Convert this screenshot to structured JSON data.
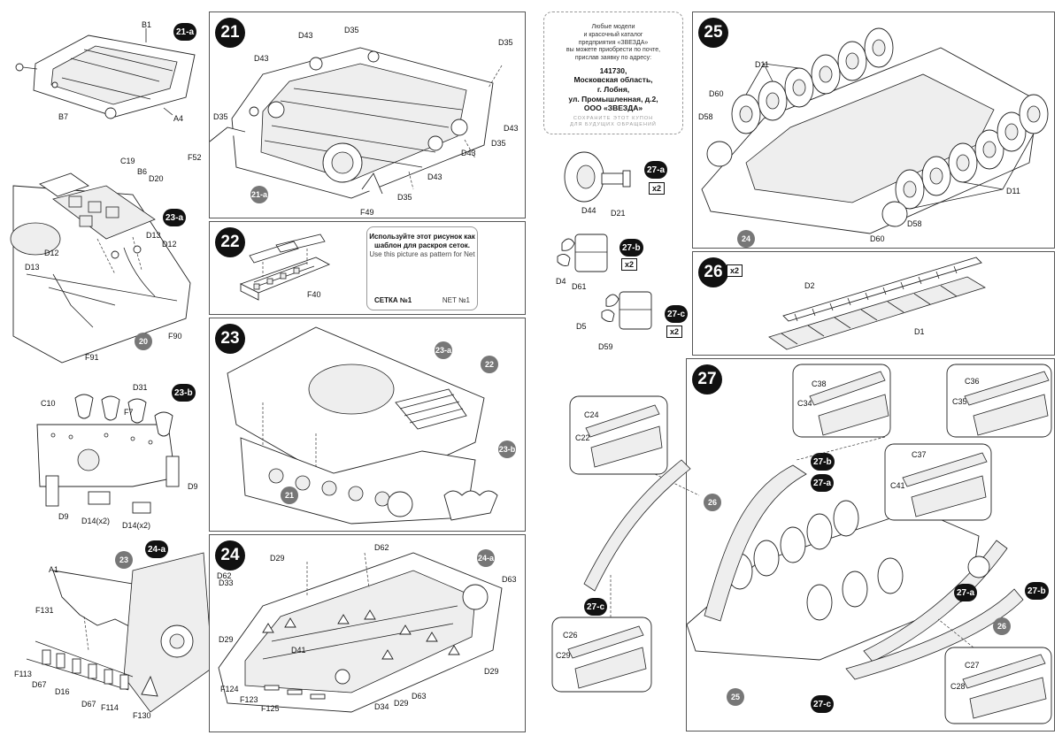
{
  "steps": {
    "s21": "21",
    "s22": "22",
    "s23": "23",
    "s24": "24",
    "s25": "25",
    "s26": "26",
    "s27": "27"
  },
  "substeps": {
    "a21": "21-a",
    "a23": "23-a",
    "b23": "23-b",
    "a24": "24-a",
    "a27": "27-a",
    "b27": "27-b",
    "c27": "27-c"
  },
  "refs": [
    "20",
    "21-a",
    "21",
    "22",
    "23-a",
    "23-b",
    "23",
    "24-a",
    "24",
    "25",
    "26",
    "27-a",
    "27-b",
    "27-c"
  ],
  "multipliers": {
    "x2": "x2"
  },
  "coupon": {
    "line1": "Любые модели",
    "line2": "и красочный каталог",
    "line3": "предприятия «ЗВЕЗДА»",
    "line4": "вы можете приобрести по почте,",
    "line5": "прислав заявку по адресу:",
    "addr1": "141730,",
    "addr2": "Московская область,",
    "addr3": "г. Лобня,",
    "addr4": "ул. Промышленная, д.2,",
    "addr5": "ООО «ЗВЕЗДА»",
    "keep1": "СОХРАНИТЕ ЭТОТ КУПОН",
    "keep2": "ДЛЯ БУДУЩИХ ОБРАЩЕНИЙ"
  },
  "net": {
    "ru": "Используйте этот рисунок как шаблон для раскроя сеток.",
    "en": "Use this picture as pattern for Net",
    "ru_label": "СЕТКА №1",
    "en_label": "NET №1"
  },
  "labels": {
    "B1": "B1",
    "B7": "B7",
    "A4": "A4",
    "C19": "C19",
    "B6": "B6",
    "D20": "D20",
    "D13": "D13",
    "D12": "D12",
    "F90": "F90",
    "F91": "F91",
    "C10": "C10",
    "D31": "D31",
    "F7": "F7",
    "D9": "D9",
    "D14x2": "D14(x2)",
    "A1": "A1",
    "F131": "F131",
    "F113": "F113",
    "D67": "D67",
    "D16": "D16",
    "F114": "F114",
    "F130": "F130",
    "D43": "D43",
    "D35": "D35",
    "F52": "F52",
    "F49": "F49",
    "F40": "F40",
    "D62": "D62",
    "D29": "D29",
    "D33": "D33",
    "D41": "D41",
    "D63": "D63",
    "D34": "D34",
    "F123": "F123",
    "F124": "F124",
    "F125": "F125",
    "D44": "D44",
    "D21": "D21",
    "D4": "D4",
    "D61": "D61",
    "D5": "D5",
    "D59": "D59",
    "D11": "D11",
    "D60": "D60",
    "D58": "D58",
    "D2": "D2",
    "D1": "D1",
    "C38": "C38",
    "C34": "C34",
    "C36": "C36",
    "C35": "C35",
    "C24": "C24",
    "C22": "C22",
    "C37": "C37",
    "C41": "C41",
    "C26": "C26",
    "C29": "C29",
    "C27": "C27",
    "C28": "C28"
  }
}
